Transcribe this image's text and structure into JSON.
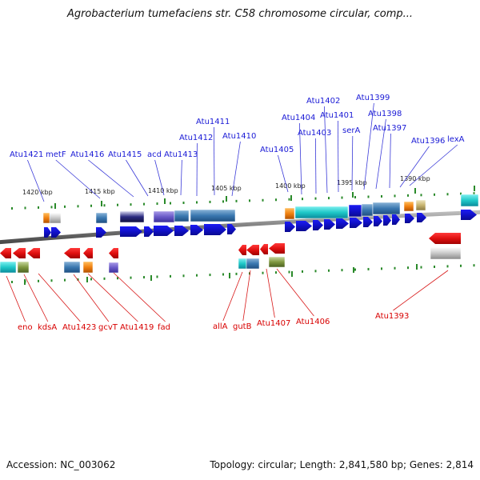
{
  "title": "Agrobacterium tumefaciens str. C58 chromosome circular, comp...",
  "footer": {
    "accession": "Accession: NC_003062",
    "summary": "Topology: circular; Length: 2,841,580 bp; Genes: 2,814"
  },
  "colors": {
    "forward_label": "#1a1ad6",
    "reverse_label": "#d80000",
    "forward_gene": "#1414e0",
    "reverse_gene": "#ee1111",
    "axis": "#808080",
    "tick": "#2a8a2a",
    "leader_fwd": "#3a3ad8",
    "leader_rev": "#d81818"
  },
  "kbp_ticks": [
    "1420 kbp",
    "1415 kbp",
    "1410 kbp",
    "1405 kbp",
    "1400 kbp",
    "1395 kbp",
    "1390 kbp"
  ],
  "forward_genes": [
    "Atu1421",
    "metF",
    "Atu1416",
    "Atu1415",
    "acd",
    "Atu1413",
    "Atu1412",
    "Atu1411",
    "Atu1410",
    "Atu1405",
    "Atu1404",
    "Atu1403",
    "Atu1402",
    "Atu1401",
    "serA",
    "Atu1399",
    "Atu1398",
    "Atu1397",
    "Atu1396",
    "lexA"
  ],
  "reverse_genes": [
    "eno",
    "kdsA",
    "Atu1423",
    "gcvT",
    "Atu1419",
    "fad",
    "allA",
    "gutB",
    "Atu1407",
    "Atu1406",
    "Atu1393"
  ]
}
